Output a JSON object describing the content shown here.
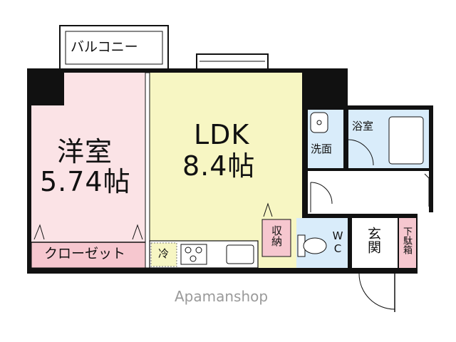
{
  "rooms": {
    "balcony": "バルコニー",
    "western_room_name": "洋室",
    "western_room_size": "5.74帖",
    "closet": "クローゼット",
    "ldk_name": "LDK",
    "ldk_size": "8.4帖",
    "washroom": "洗面",
    "bathroom": "浴室",
    "storage": "収納",
    "toilet": "WC",
    "entrance": "玄関",
    "shoe_box": "下駄箱",
    "fridge": "冷"
  },
  "watermark": "Apamanshop",
  "colors": {
    "wall": "#111111",
    "western_room": "#fbe3e6",
    "closet": "#f6c7cf",
    "ldk": "#f7f6c3",
    "wet_area": "#d9ecfa",
    "floor_plain": "#ffffff"
  }
}
